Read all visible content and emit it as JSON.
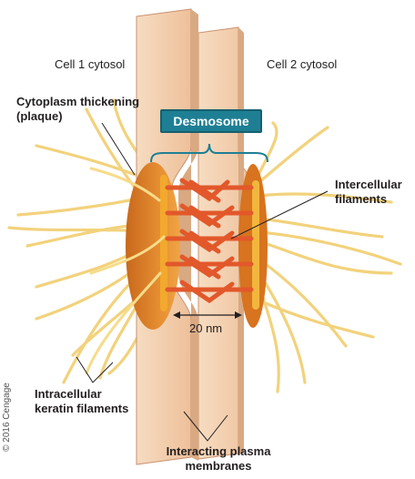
{
  "labels": {
    "cell1": "Cell 1 cytosol",
    "cell2": "Cell 2 cytosol",
    "plaque_line1": "Cytoplasm thickening",
    "plaque_line2": "(plaque)",
    "desmosome": "Desmosome",
    "intercellular_line1": "Intercellular",
    "intercellular_line2": "filaments",
    "distance": "20 nm",
    "keratin_line1": "Intracellular",
    "keratin_line2": "keratin filaments",
    "membranes_line1": "Interacting plasma",
    "membranes_line2": "membranes",
    "copyright": "© 2016 Cengage"
  },
  "colors": {
    "membrane_face": "#f3cfae",
    "membrane_side": "#d9a982",
    "plaque": "#e28a2c",
    "plaque_bar": "#f2a92e",
    "filament_red": "#e2582b",
    "keratin": "#f2d27c",
    "desmosome_box": "#1e7f94"
  }
}
